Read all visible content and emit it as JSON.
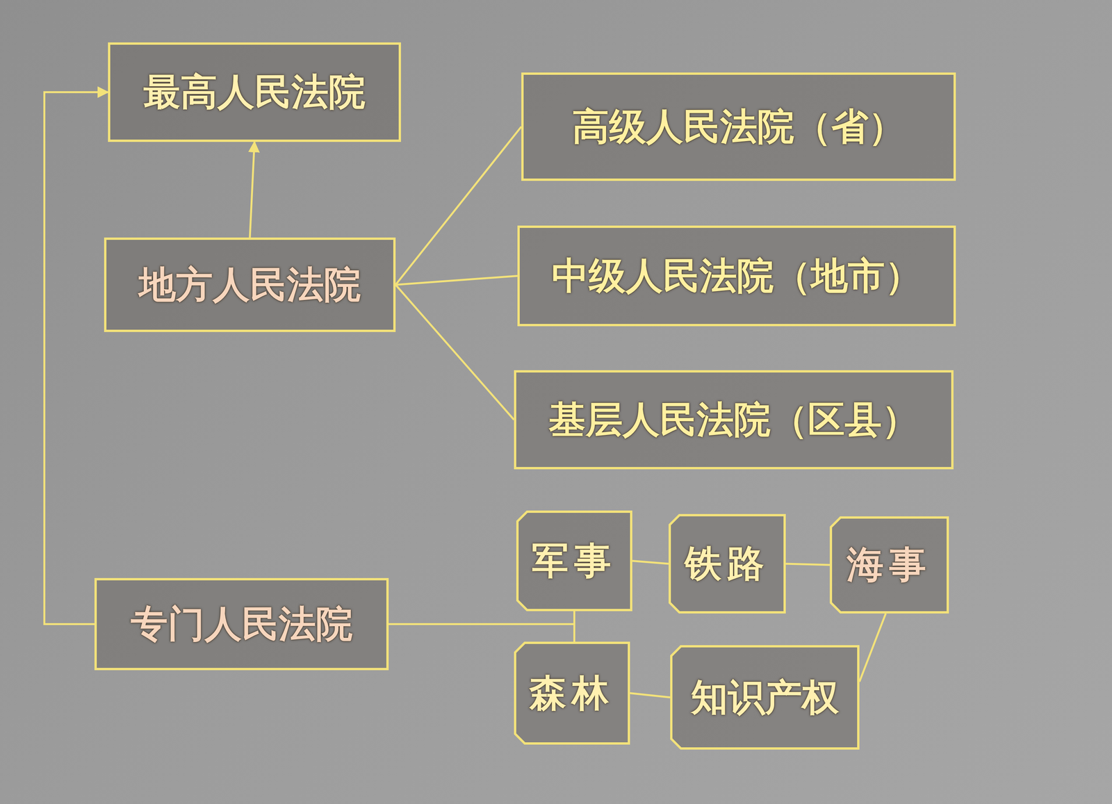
{
  "diagram": {
    "nodes": [
      {
        "text": [
          "最高人民法院"
        ]
      },
      {
        "text": [
          "地方人民法院"
        ]
      },
      {
        "text": [
          "高级人民法院（省）"
        ]
      },
      {
        "text": [
          "中级人民法院（地市）"
        ]
      },
      {
        "text": [
          "基层人民法院（区县）"
        ]
      },
      {
        "text": [
          "专门人民法院"
        ]
      },
      {
        "text": [
          "军事"
        ]
      },
      {
        "text": [
          "铁路"
        ]
      },
      {
        "text": [
          "海事"
        ]
      },
      {
        "text": [
          "森林"
        ]
      },
      {
        "text": [
          "知识产权"
        ]
      }
    ],
    "edges": [
      {
        "from": 1,
        "to": 0,
        "arrow": "to"
      },
      {
        "from": 5,
        "to": 0,
        "arrow": "to"
      },
      {
        "from": 1,
        "to": 2,
        "arrow": "none"
      },
      {
        "from": 1,
        "to": 3,
        "arrow": "none"
      },
      {
        "from": 1,
        "to": 4,
        "arrow": "none"
      },
      {
        "from": 5,
        "to": 6,
        "arrow": "none"
      },
      {
        "from": 5,
        "to": 9,
        "arrow": "none"
      },
      {
        "from": 6,
        "to": 7,
        "arrow": "none"
      },
      {
        "from": 7,
        "to": 8,
        "arrow": "none"
      },
      {
        "from": 9,
        "to": 10,
        "arrow": "none"
      },
      {
        "from": 10,
        "to": 8,
        "arrow": "none"
      }
    ]
  }
}
